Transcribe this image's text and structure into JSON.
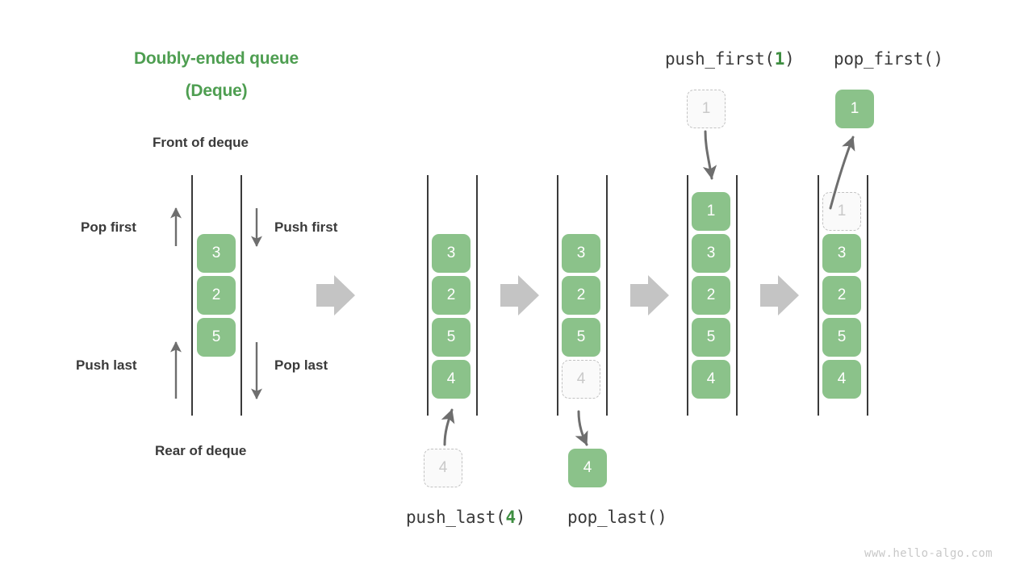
{
  "title": {
    "line1": "Doubly-ended queue",
    "line2": "(Deque)"
  },
  "labels": {
    "front": "Front of deque",
    "rear": "Rear of deque",
    "pop_first": "Pop first",
    "push_first": "Push first",
    "push_last": "Push last",
    "pop_last": "Pop last"
  },
  "operations": {
    "push_first": {
      "name": "push_first(",
      "arg": "1",
      "close": ")"
    },
    "pop_first": {
      "name": "pop_first()",
      "arg": "",
      "close": ""
    },
    "push_last": {
      "name": "push_last(",
      "arg": "4",
      "close": ")"
    },
    "pop_last": {
      "name": "pop_last()",
      "arg": "",
      "close": ""
    }
  },
  "stacks": [
    {
      "id": "initial",
      "items": [
        "3",
        "2",
        "5"
      ]
    },
    {
      "id": "after-push-last",
      "items": [
        "3",
        "2",
        "5",
        "4"
      ]
    },
    {
      "id": "before-pop-last",
      "items": [
        "3",
        "2",
        "5",
        "4"
      ]
    },
    {
      "id": "after-push-first",
      "items": [
        "1",
        "3",
        "2",
        "5",
        "4"
      ]
    },
    {
      "id": "before-pop-first",
      "items": [
        "1",
        "3",
        "2",
        "5",
        "4"
      ]
    }
  ],
  "floating_boxes": {
    "push_last_source": "4",
    "pop_last_result": "4",
    "push_first_source": "1",
    "pop_first_result": "1"
  },
  "colors": {
    "title_green": "#4E9E51",
    "box_green": "#8BC28A",
    "arg_green": "#3E8E41",
    "text_dark": "#3A3A3A",
    "ghost_border": "#C2C2C2",
    "ghost_text": "#C9C9C9",
    "block_arrow": "#C4C4C4",
    "thin_arrow": "#6E6E6E",
    "watermark": "#C8C8C8"
  },
  "watermark": "www.hello-algo.com"
}
